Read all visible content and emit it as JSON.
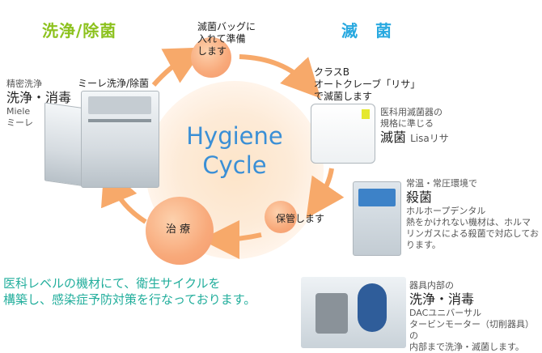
{
  "headers": {
    "wash": "洗浄/除菌",
    "sterilize": "滅　菌"
  },
  "center": {
    "line1": "Hygiene",
    "line2": "Cycle"
  },
  "steps": {
    "top": {
      "line1": "滅菌バッグに",
      "line2": "入れて準備",
      "line3": "します"
    },
    "sterilize": {
      "line1": "クラスB",
      "line2": "オートクレーブ「リサ」",
      "line3": "で滅菌します"
    },
    "storage": {
      "label": "保管します"
    },
    "treatment": {
      "label": "治 療"
    },
    "wash": {
      "label": "ミーレ洗浄/除菌"
    }
  },
  "devices": {
    "miele": {
      "sub": "精密洗浄",
      "main": "洗浄・消毒",
      "brand1": "Miele",
      "brand2": "ミーレ"
    },
    "lisa": {
      "sub1": "医科用滅菌器の",
      "sub2": "規格に準じる",
      "main": "滅菌",
      "brand": "Lisaリサ"
    },
    "hol": {
      "sub": "常温・常圧環境で",
      "main": "殺菌",
      "brand": "ホルホープデンタル",
      "desc1": "熱をかけれない機材は、ホルマ",
      "desc2": "リンガスによる殺菌で対応してお",
      "desc3": "ります。"
    },
    "dac": {
      "sub": "器具内部の",
      "main": "洗浄・消毒",
      "brand": "DACユニバーサル",
      "desc1": "タービンモーター（切削器具）の",
      "desc2": "内部まで洗浄・滅菌します。"
    }
  },
  "footer": {
    "line1": "医科レベルの機材にて、衛生サイクルを",
    "line2": "構築し、感染症予防対策を行なっております。"
  },
  "colors": {
    "wash_header": "#8dc21f",
    "sterilize_header": "#28a9e0",
    "center_text": "#3a8fd6",
    "arrow": "#f7a96a",
    "footer": "#22ae9c"
  }
}
